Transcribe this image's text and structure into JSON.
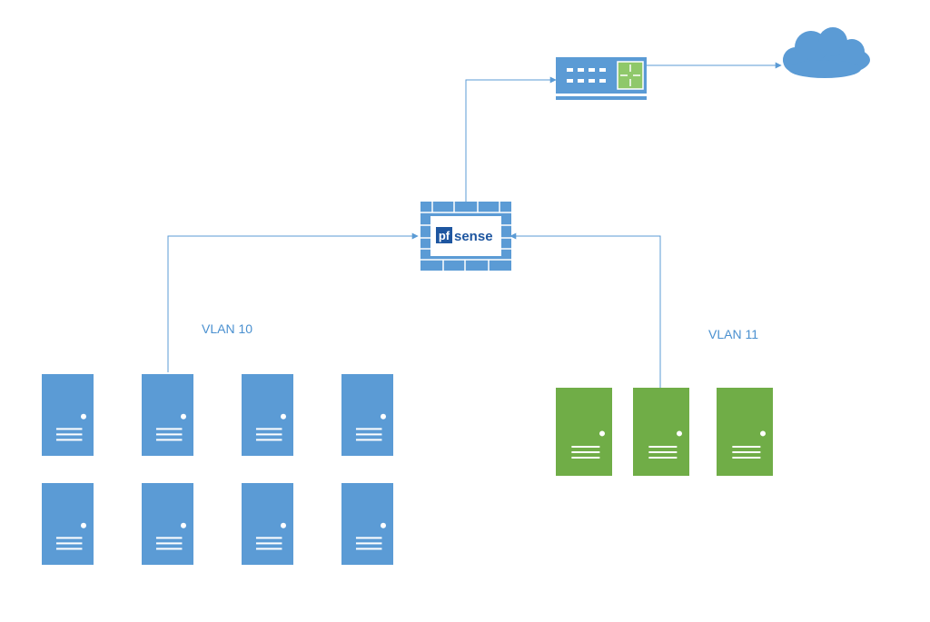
{
  "colors": {
    "accent": "#5b9bd5",
    "vlan10_server": "#5b9bd5",
    "vlan11_server": "#70ad47",
    "connector": "#5b9bd5",
    "firewall_brick": "#5b9bd5",
    "label_text": "#4a90d0"
  },
  "firewall": {
    "icon": "firewall-brick-icon",
    "logo_pf": "pf",
    "logo_sense": "sense"
  },
  "router": {
    "icon": "router-switch-icon"
  },
  "cloud": {
    "icon": "cloud-icon"
  },
  "vlans": [
    {
      "label": "VLAN 10",
      "server_icon": "tower-server-icon",
      "server_count": 8
    },
    {
      "label": "VLAN 11",
      "server_icon": "tower-server-icon",
      "server_count": 3
    }
  ]
}
